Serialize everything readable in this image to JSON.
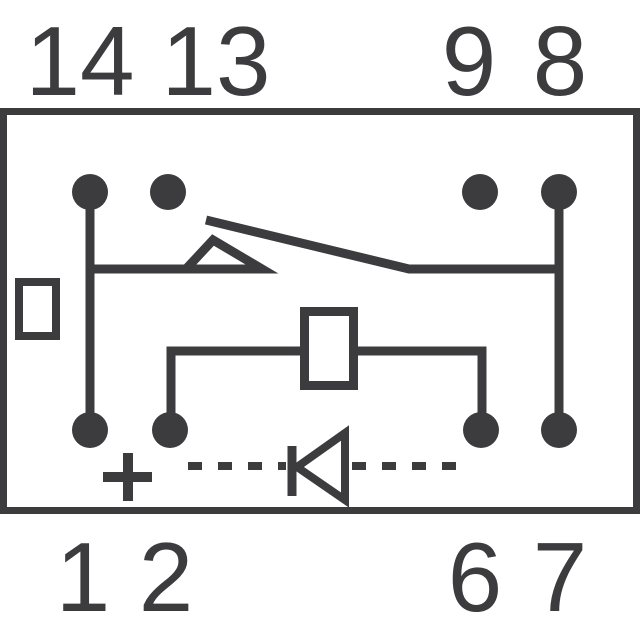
{
  "colors": {
    "ink": "#3c3c3e",
    "background": "#ffffff"
  },
  "pin_labels": {
    "top": [
      "14",
      "13",
      "9",
      "8"
    ],
    "bottom": [
      "1",
      "2",
      "6",
      "7"
    ]
  },
  "symbols": {
    "polarity_plus": "+",
    "coil": "coil-rectangle-symbol",
    "diode": "diode-symbol-pointing-left",
    "dashed_link": "dashed-optional-diode-path",
    "switch": "relay-contact-blade-and-hinge",
    "indicator": "small-indicator-rectangle",
    "pins": "solid-pin-dots"
  }
}
